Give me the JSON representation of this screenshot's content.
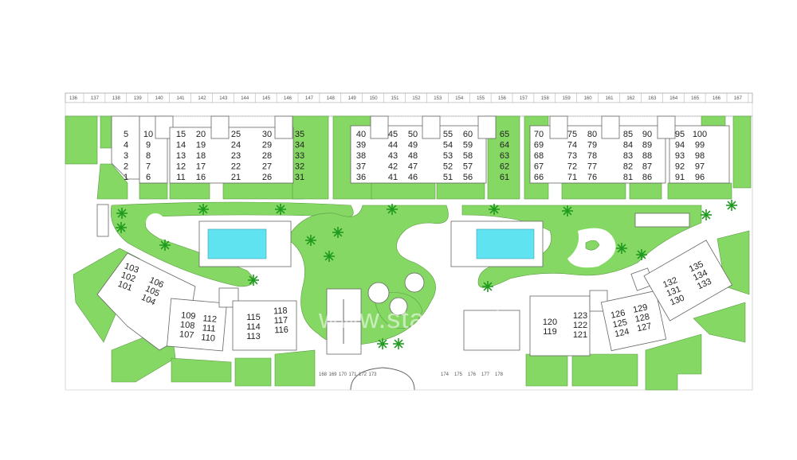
{
  "parking_top": [
    "136",
    "137",
    "138",
    "139",
    "140",
    "141",
    "142",
    "143",
    "144",
    "145",
    "146",
    "147",
    "148",
    "149",
    "150",
    "151",
    "152",
    "153",
    "154",
    "155",
    "156",
    "157",
    "158",
    "159",
    "160",
    "161",
    "162",
    "163",
    "164",
    "165",
    "166",
    "167"
  ],
  "parking_bottom_left": [
    "168",
    "169",
    "170",
    "171",
    "172",
    "173"
  ],
  "parking_bottom_right": [
    "174",
    "175",
    "176",
    "177",
    "178"
  ],
  "units_top": [
    [
      "5",
      "4",
      "3",
      "2",
      "1"
    ],
    [
      "10",
      "9",
      "8",
      "7",
      "6"
    ],
    [
      "15",
      "14",
      "13",
      "12",
      "11"
    ],
    [
      "20",
      "19",
      "18",
      "17",
      "16"
    ],
    [
      "25",
      "24",
      "23",
      "22",
      "21"
    ],
    [
      "30",
      "29",
      "28",
      "27",
      "26"
    ],
    [
      "35",
      "34",
      "33",
      "32",
      "31"
    ],
    [
      "40",
      "39",
      "38",
      "37",
      "36"
    ],
    [
      "45",
      "44",
      "43",
      "42",
      "41"
    ],
    [
      "50",
      "49",
      "48",
      "47",
      "46"
    ],
    [
      "55",
      "54",
      "53",
      "52",
      "51"
    ],
    [
      "60",
      "59",
      "58",
      "57",
      "56"
    ],
    [
      "65",
      "64",
      "63",
      "62",
      "61"
    ],
    [
      "70",
      "69",
      "68",
      "67",
      "66"
    ],
    [
      "75",
      "74",
      "73",
      "72",
      "71"
    ],
    [
      "80",
      "79",
      "78",
      "77",
      "76"
    ],
    [
      "85",
      "84",
      "83",
      "82",
      "81"
    ],
    [
      "90",
      "89",
      "88",
      "87",
      "86"
    ],
    [
      "95",
      "94",
      "93",
      "92",
      "91"
    ],
    [
      "100",
      "99",
      "98",
      "97",
      "96"
    ]
  ],
  "units_bottom": [
    [
      "103",
      "102",
      "101"
    ],
    [
      "106",
      "105",
      "104"
    ],
    [
      "109",
      "108",
      "107"
    ],
    [
      "112",
      "111",
      "110"
    ],
    [
      "115",
      "114",
      "113"
    ],
    [
      "118",
      "117",
      "116"
    ],
    [
      "120",
      "119"
    ],
    [
      "123",
      "122",
      "121"
    ],
    [
      "126",
      "125",
      "124"
    ],
    [
      "129",
      "128",
      "127"
    ],
    [
      "132",
      "131",
      "130"
    ],
    [
      "135",
      "134",
      "133"
    ]
  ],
  "watermark": "www.statecosta",
  "colors": {
    "lawn": "#86d864",
    "pool": "#5fe3f0",
    "building": "#ffffff"
  }
}
